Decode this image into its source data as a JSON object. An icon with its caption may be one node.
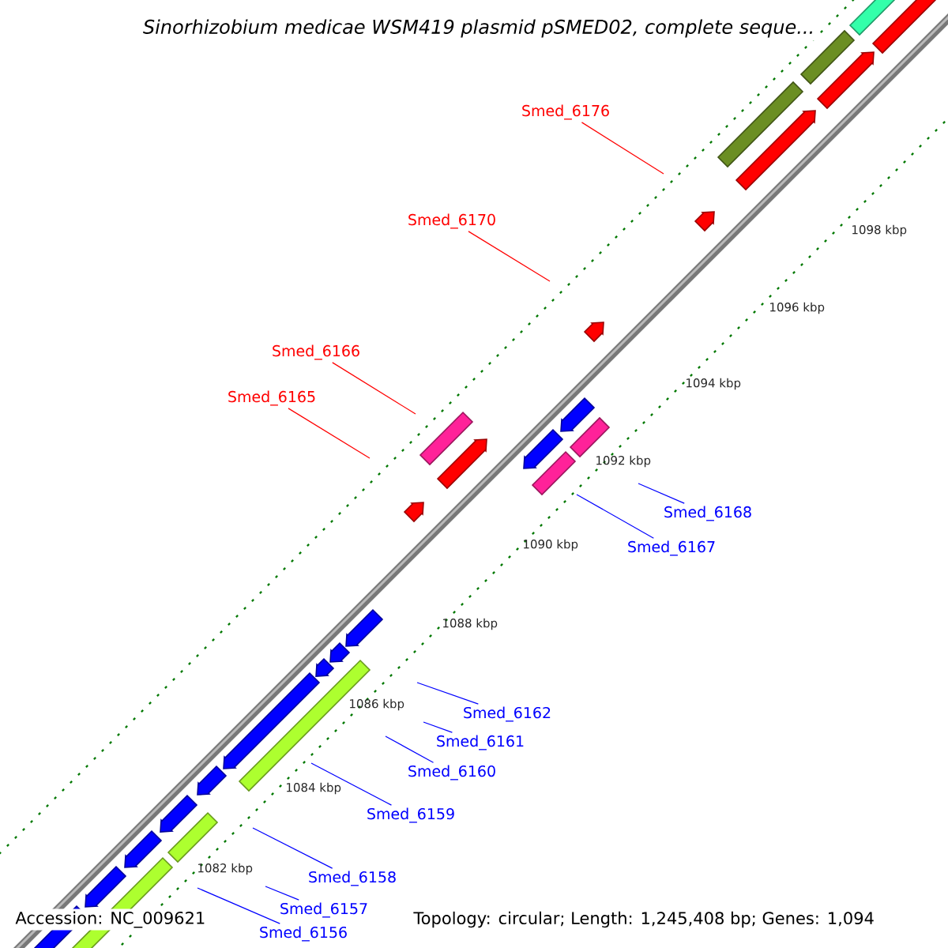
{
  "diagram": {
    "title": "Sinorhizobium medicae WSM419 plasmid pSMED02, complete seque...",
    "nodes": [
      {
        "text": [
          "Smed_6176"
        ]
      },
      {
        "text": [
          "Smed_6170"
        ]
      },
      {
        "text": [
          "Smed_6166"
        ]
      },
      {
        "text": [
          "Smed_6165"
        ]
      },
      {
        "text": [
          "Smed_6168"
        ]
      },
      {
        "text": [
          "Smed_6167"
        ]
      },
      {
        "text": [
          "Smed_6162"
        ]
      },
      {
        "text": [
          "Smed_6161"
        ]
      },
      {
        "text": [
          "Smed_6160"
        ]
      },
      {
        "text": [
          "Smed_6159"
        ]
      },
      {
        "text": [
          "Smed_6158"
        ]
      },
      {
        "text": [
          "Smed_6157"
        ]
      },
      {
        "text": [
          "Smed_6156"
        ]
      }
    ],
    "edges": [
      {
        "from": 0,
        "to": null,
        "arrow": "none",
        "color": "#ff0000"
      },
      {
        "from": 1,
        "to": null,
        "arrow": "none",
        "color": "#ff0000"
      },
      {
        "from": 2,
        "to": null,
        "arrow": "none",
        "color": "#ff0000"
      },
      {
        "from": 3,
        "to": null,
        "arrow": "none",
        "color": "#ff0000"
      },
      {
        "from": 4,
        "to": null,
        "arrow": "none"
      },
      {
        "from": 5,
        "to": null,
        "arrow": "none"
      },
      {
        "from": 6,
        "to": null,
        "arrow": "none"
      },
      {
        "from": 7,
        "to": null,
        "arrow": "none"
      },
      {
        "from": 8,
        "to": null,
        "arrow": "none"
      },
      {
        "from": 9,
        "to": null,
        "arrow": "none"
      },
      {
        "from": 10,
        "to": null,
        "arrow": "none"
      },
      {
        "from": 11,
        "to": null,
        "arrow": "none"
      },
      {
        "from": 12,
        "to": null,
        "arrow": "none"
      }
    ],
    "labels": [
      "1098 kbp",
      "1096 kbp",
      "1094 kbp",
      "1092 kbp",
      "1090 kbp",
      "1088 kbp",
      "1086 kbp",
      "1084 kbp",
      "1082 kbp",
      "Accession: NC_009621",
      "Topology: circular; Length: 1,245,408 bp; Genes: 1,094"
    ]
  }
}
